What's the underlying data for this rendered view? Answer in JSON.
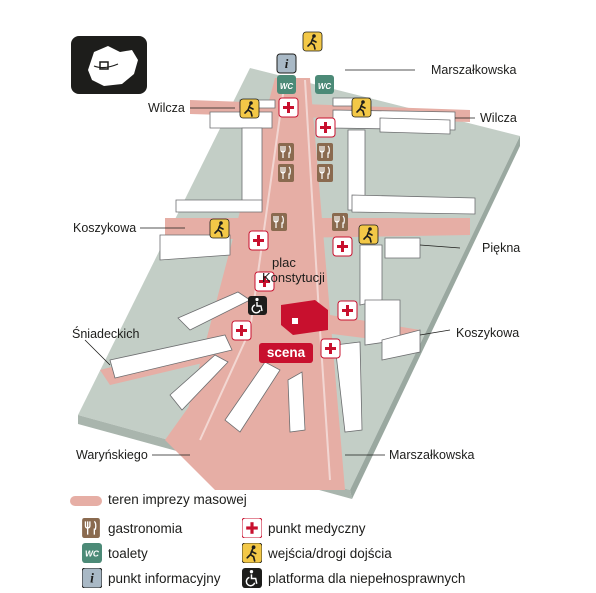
{
  "streets": {
    "marszalkowska_top": "Marszałkowska",
    "wilcza_left": "Wilcza",
    "wilcza_right": "Wilcza",
    "koszykowa_left": "Koszykowa",
    "piekna": "Piękna",
    "sniadeckich": "Śniadeckich",
    "koszykowa_right": "Koszykowa",
    "warynskiego": "Waryńskiego",
    "marszalkowska_bottom": "Marszałkowska"
  },
  "place": {
    "line1": "plac",
    "line2": "Konstytucji",
    "stage": "scena"
  },
  "icons": {
    "wc_text": "WC",
    "info_text": "i"
  },
  "legend": {
    "zone": "teren imprezy masowej",
    "food": "gastronomia",
    "toilets": "toalety",
    "info": "punkt informacyjny",
    "medical": "punkt medyczny",
    "entrances": "wejścia/drogi dojścia",
    "accessible": "platforma dla niepełnosprawnych"
  },
  "colors": {
    "ground": "#c3cec6",
    "zone": "#e6aea5",
    "building": "#ffffff",
    "food": "#8a6a4f",
    "toilet": "#4c8a77",
    "info": "#a9b9c6",
    "medical": "#c8102e",
    "entrance": "#f3c847",
    "stage": "#c8102e"
  }
}
